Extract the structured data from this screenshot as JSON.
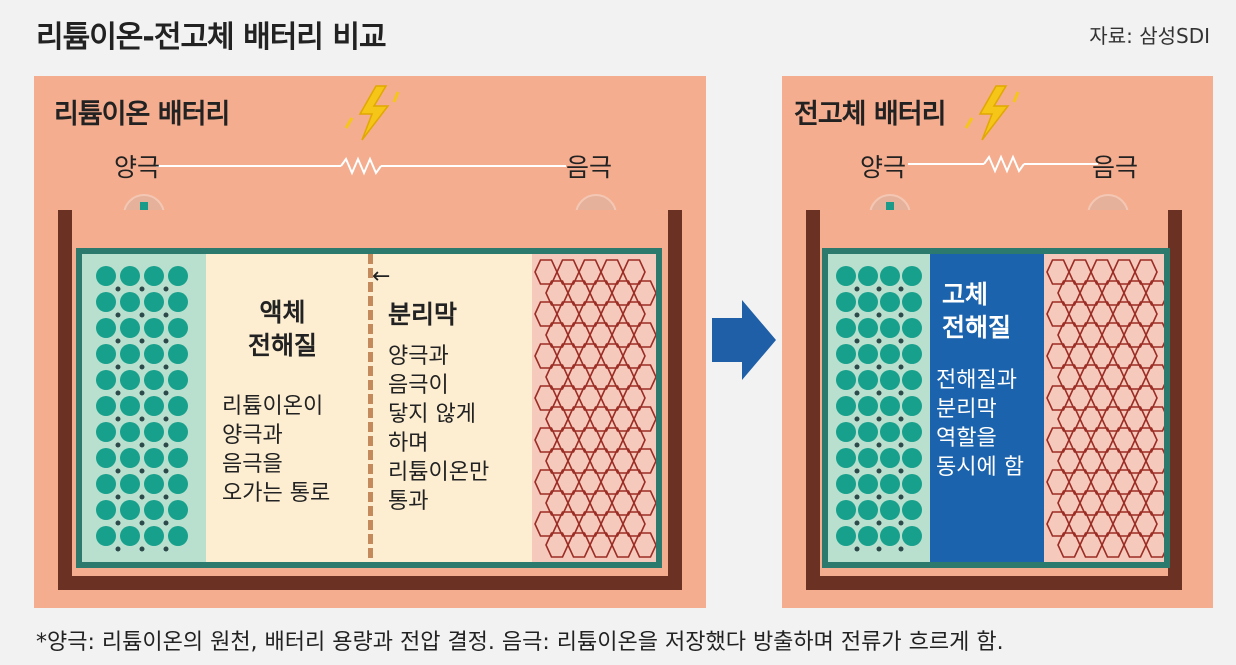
{
  "title": "리튬이온-전고체 배터리 비교",
  "source": "자료: 삼성SDI",
  "left_panel": {
    "title": "리튬이온 배터리",
    "positive_label": "양극",
    "negative_label": "음극",
    "electrolyte_heading": "액체\n전해질",
    "electrolyte_desc": "리튬이온이\n양극과\n음극을\n오가는 통로",
    "separator_heading": "분리막",
    "separator_desc": "양극과\n음극이\n닿지 않게\n하며\n리튬이온만\n통과",
    "arrow_glyph": "←"
  },
  "right_panel": {
    "title": "전고체 배터리",
    "positive_label": "양극",
    "negative_label": "음극",
    "solid_heading": "고체\n전해질",
    "solid_desc": "전해질과\n분리막\n역할을\n동시에 함"
  },
  "footnote": "*양극: 리튬이온의 원천, 배터리 용량과 전압 결정. 음극: 리튬이온을 저장했다 방출하며 전류가 흐르게 함.",
  "colors": {
    "panel_bg": "#f4ad8f",
    "casing": "#6b3223",
    "cell_border": "#2c7a6e",
    "anode_bg": "#b9e0cf",
    "electrolyte_bg": "#fdeed2",
    "cathode_bg": "#f6c9bd",
    "solid_electrolyte": "#1c63ad",
    "arrow": "#1f5fa8",
    "positive_icon": "#1a9b8a",
    "negative_icon": "#e2504f"
  },
  "icons": [
    "lightning-icon",
    "plus-icon",
    "minus-icon",
    "resistor-icon",
    "right-arrow-icon"
  ]
}
